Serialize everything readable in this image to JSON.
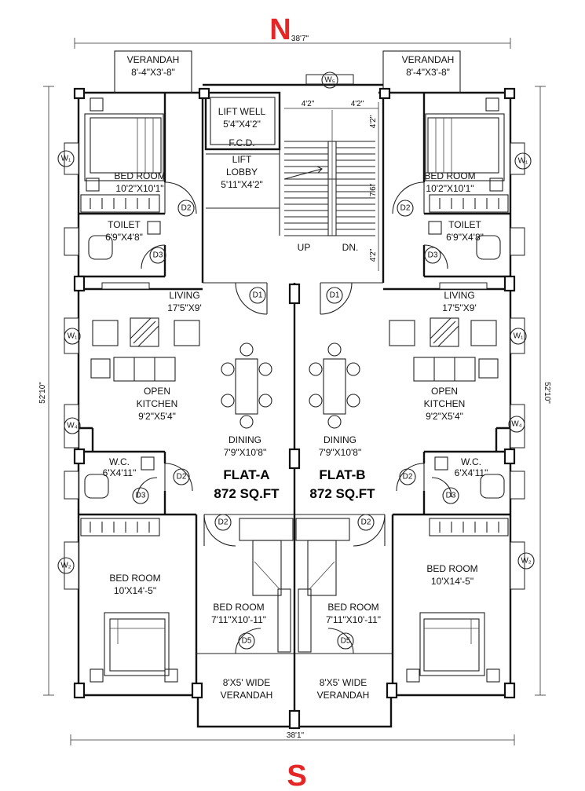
{
  "compass": {
    "north": "N",
    "south": "S"
  },
  "dimensions": {
    "top": "38'7\"",
    "bottom": "38'1\"",
    "left": "52'10\"",
    "right": "52'10\"",
    "stair_w1": "4'2\"",
    "stair_w2": "4'2\"",
    "stair_h1": "4'2\"",
    "stair_h2": "7'6\"",
    "stair_h3": "4'2\""
  },
  "core": {
    "lift_well": "LIFT WELL",
    "lift_well_size": "5'4\"X4'2\"",
    "fcd": "F.C.D.",
    "lift_lobby_1": "LIFT",
    "lift_lobby_2": "LOBBY",
    "lift_lobby_size": "5'11\"X4'2\"",
    "up": "UP",
    "down": "DN."
  },
  "flat_a": {
    "name": "FLAT-A",
    "area": "872 SQ.FT",
    "verandah_top": "VERANDAH",
    "verandah_top_size": "8'-4\"X3'-8\"",
    "bedroom1": "BED ROOM",
    "bedroom1_size": "10'2\"X10'1\"",
    "toilet": "TOILET",
    "toilet_size": "6'9\"X4'8\"",
    "living": "LIVING",
    "living_size": "17'5\"X9'",
    "kitchen_1": "OPEN",
    "kitchen_2": "KITCHEN",
    "kitchen_size": "9'2\"X5'4\"",
    "dining": "DINING",
    "dining_size": "7'9\"X10'8\"",
    "wc": "W.C.",
    "wc_size": "6'X4'11\"",
    "bedroom2": "BED ROOM",
    "bedroom2_size": "10'X14'-5\"",
    "bedroom3": "BED ROOM",
    "bedroom3_size": "7'11\"X10'-11\"",
    "verandah_bottom_1": "8'X5' WIDE",
    "verandah_bottom_2": "VERANDAH"
  },
  "flat_b": {
    "name": "FLAT-B",
    "area": "872 SQ.FT",
    "verandah_top": "VERANDAH",
    "verandah_top_size": "8'-4\"X3'-8\"",
    "bedroom1": "BED ROOM",
    "bedroom1_size": "10'2\"X10'1\"",
    "toilet": "TOILET",
    "toilet_size": "6'9\"X4'8\"",
    "living": "LIVING",
    "living_size": "17'5\"X9'",
    "kitchen_1": "OPEN",
    "kitchen_2": "KITCHEN",
    "kitchen_size": "9'2\"X5'4\"",
    "dining": "DINING",
    "dining_size": "7'9\"X10'8\"",
    "wc": "W.C.",
    "wc_size": "6'X4'11\"",
    "bedroom2": "BED ROOM",
    "bedroom2_size": "10'X14'-5\"",
    "bedroom3": "BED ROOM",
    "bedroom3_size": "7'11\"X10'-11\"",
    "verandah_bottom_1": "8'X5' WIDE",
    "verandah_bottom_2": "VERANDAH"
  },
  "tags": {
    "d1": "D1",
    "d2": "D2",
    "d3": "D3",
    "d5": "D5",
    "w1": "W₁",
    "w2": "W₂",
    "w4": "W₄",
    "w5": "W₅"
  }
}
